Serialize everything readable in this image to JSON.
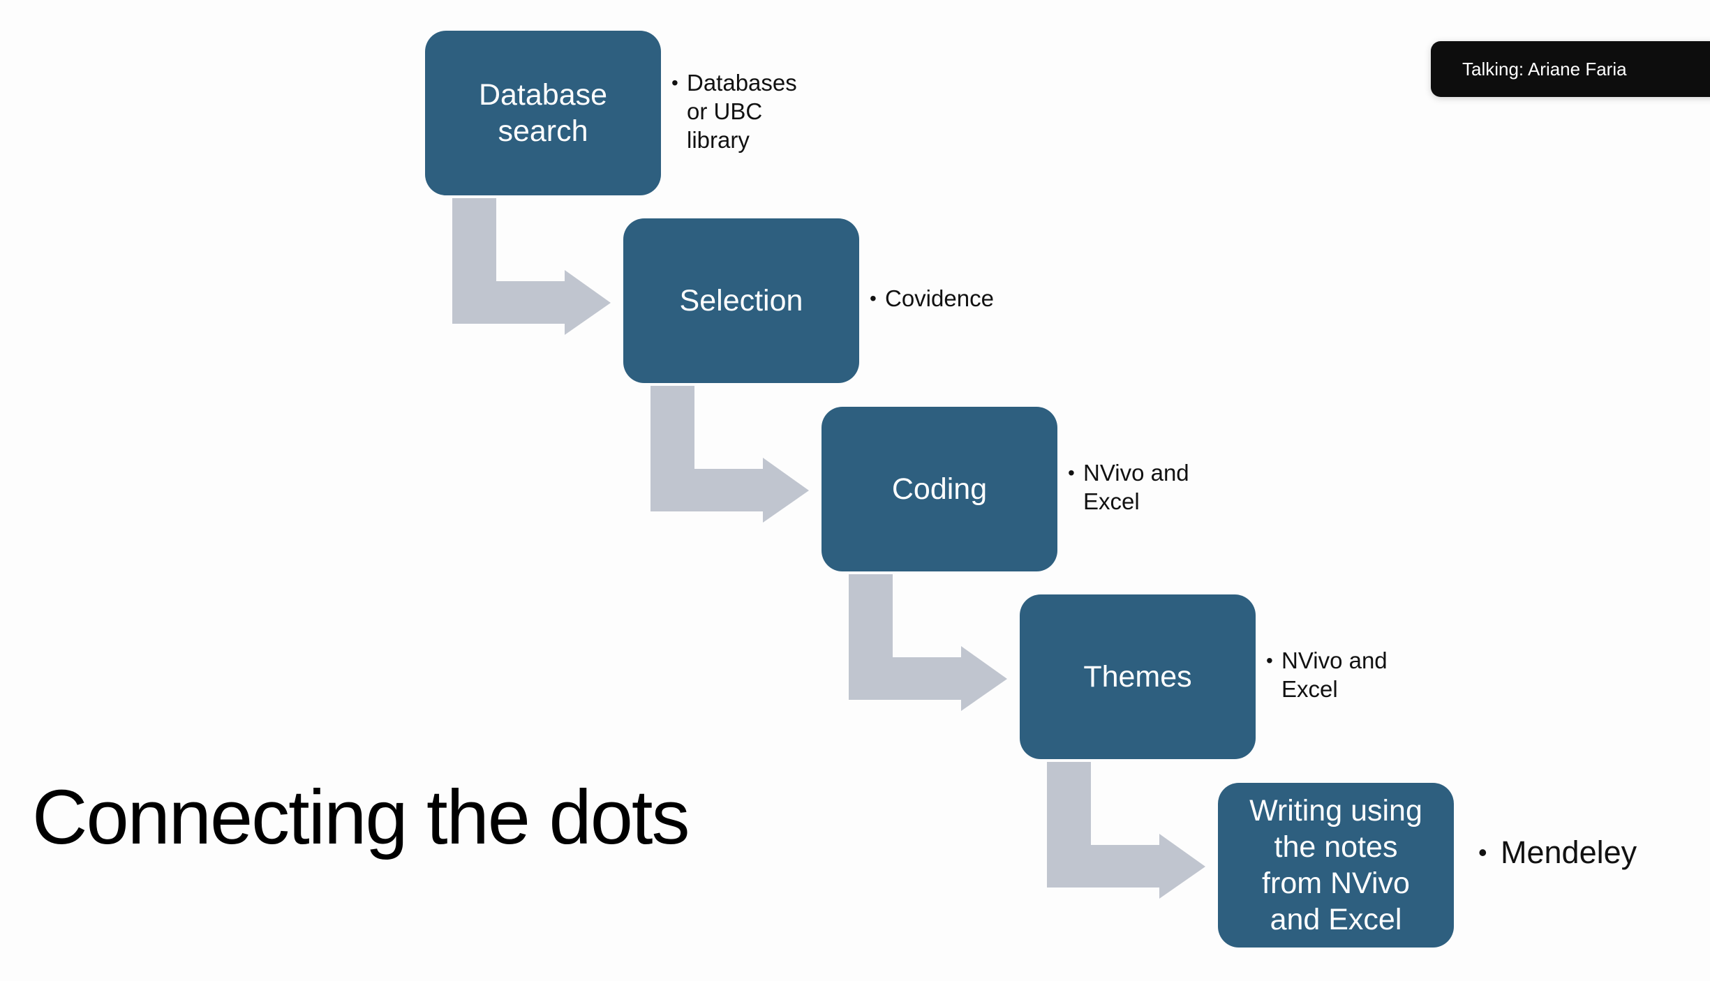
{
  "slide": {
    "title": "Connecting the dots",
    "steps": [
      {
        "label": "Database\nsearch",
        "notes": "Databases\nor UBC\nlibrary"
      },
      {
        "label": "Selection",
        "notes": "Covidence"
      },
      {
        "label": "Coding",
        "notes": "NVivo and\nExcel"
      },
      {
        "label": "Themes",
        "notes": "NVivo and\nExcel"
      },
      {
        "label": "Writing using\nthe notes\nfrom NVivo\nand Excel",
        "notes": "Mendeley"
      }
    ],
    "bullet_glyph": "•",
    "colors": {
      "box": "#2e5f7f",
      "arrow": "#c0c5cf"
    }
  },
  "call_overlay": {
    "talking_label": "Talking: Ariane Faria"
  }
}
